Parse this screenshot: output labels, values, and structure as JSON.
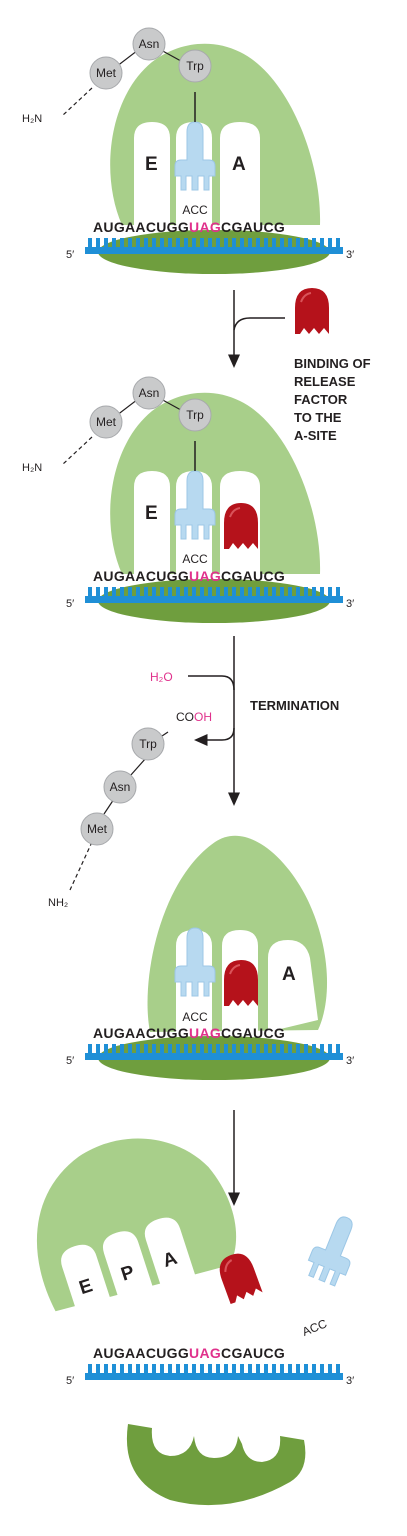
{
  "panel1": {
    "amino_acids": [
      "Asn",
      "Met",
      "Trp"
    ],
    "n_terminus": "H₂N",
    "site_e": "E",
    "site_a": "A",
    "anticodon": "ACC",
    "codons_left": "AUGAACUGG",
    "stop_codon": "UAG",
    "codons_right": "CGAUCG",
    "five_prime": "5′",
    "three_prime": "3′"
  },
  "step1": {
    "label_lines": [
      "BINDING OF",
      "RELEASE",
      "FACTOR",
      "TO THE",
      "A-SITE"
    ]
  },
  "panel2": {
    "amino_acids": [
      "Asn",
      "Met",
      "Trp"
    ],
    "n_terminus": "H₂N",
    "site_e": "E",
    "anticodon": "ACC",
    "codons_left": "AUGAACUGG",
    "stop_codon": "UAG",
    "codons_right": "CGAUCG",
    "five_prime": "5′",
    "three_prime": "3′"
  },
  "step2": {
    "water": "H₂O",
    "carboxyl_co": "CO",
    "carboxyl_oh": "OH",
    "label": "TERMINATION",
    "released_chain": [
      "Trp",
      "Asn",
      "Met"
    ],
    "n_terminus": "NH₂"
  },
  "panel3": {
    "site_a": "A",
    "anticodon": "ACC",
    "codons_left": "AUGAACUGG",
    "stop_codon": "UAG",
    "codons_right": "CGAUCG",
    "five_prime": "5′",
    "three_prime": "3′"
  },
  "panel4": {
    "site_e": "E",
    "site_p": "P",
    "site_a": "A",
    "anticodon": "ACC",
    "codons_left": "AUGAACUGG",
    "stop_codon": "UAG",
    "codons_right": "CGAUCG",
    "five_prime": "5′",
    "three_prime": "3′"
  },
  "colors": {
    "large_subunit": "#a8cf8a",
    "small_subunit": "#6f9e3e",
    "mrna": "#1f8fd6",
    "trna": "#b7d9f0",
    "release_factor": "#b5121b",
    "amino_acid": "#c9cacb",
    "stop_codon": "#e0318c",
    "arrow": "#231f20"
  }
}
